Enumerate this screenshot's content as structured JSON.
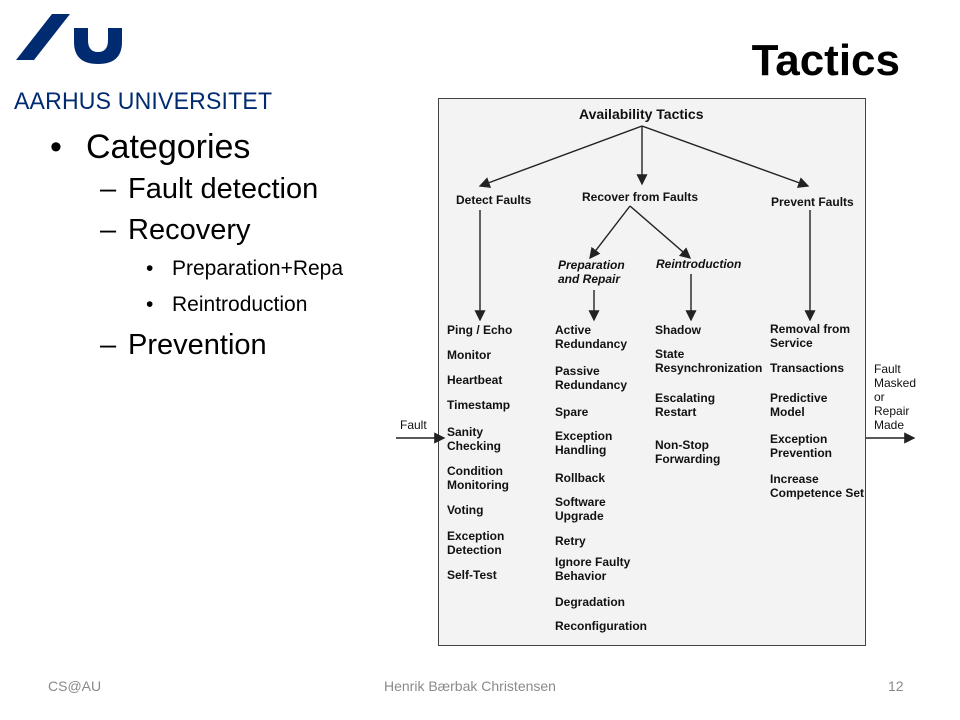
{
  "logo": {
    "text": "AARHUS UNIVERSITET",
    "color": "#002b70"
  },
  "slide": {
    "title": "Tactics",
    "bullets": {
      "l1": "Categories",
      "fault_detection": "Fault detection",
      "recovery": "Recovery",
      "prep_repair": "Preparation+Repa",
      "reintroduction": "Reintroduction",
      "prevention": "Prevention",
      "dash": "–"
    }
  },
  "diagram": {
    "root": "Availability Tactics",
    "detect": "Detect Faults",
    "recover": "Recover from Faults",
    "prevent": "Prevent Faults",
    "prep": "Preparation\nand Repair",
    "reintro": "Reintroduction",
    "input": "Fault",
    "output": "Fault\nMasked\nor\nRepair\nMade",
    "col_detect": [
      "Ping / Echo",
      "Monitor",
      "Heartbeat",
      "Timestamp",
      "Sanity\nChecking",
      "Condition\nMonitoring",
      "Voting",
      "Exception\nDetection",
      "Self-Test"
    ],
    "col_prep": [
      "Active\nRedundancy",
      "Passive\nRedundancy",
      "Spare",
      "Exception\nHandling",
      "Rollback",
      "Software\nUpgrade",
      "Retry",
      "Ignore Faulty\nBehavior",
      "Degradation",
      "Reconfiguration"
    ],
    "col_reintro": [
      "Shadow",
      "State\nResynchronization",
      "Escalating\nRestart",
      "Non-Stop\nForwarding"
    ],
    "col_prevent": [
      "Removal from\nService",
      "Transactions",
      "Predictive\nModel",
      "Exception\nPrevention",
      "Increase\nCompetence Set"
    ]
  },
  "footer": {
    "left": "CS@AU",
    "center": "Henrik Bærbak Christensen",
    "right": "12"
  }
}
